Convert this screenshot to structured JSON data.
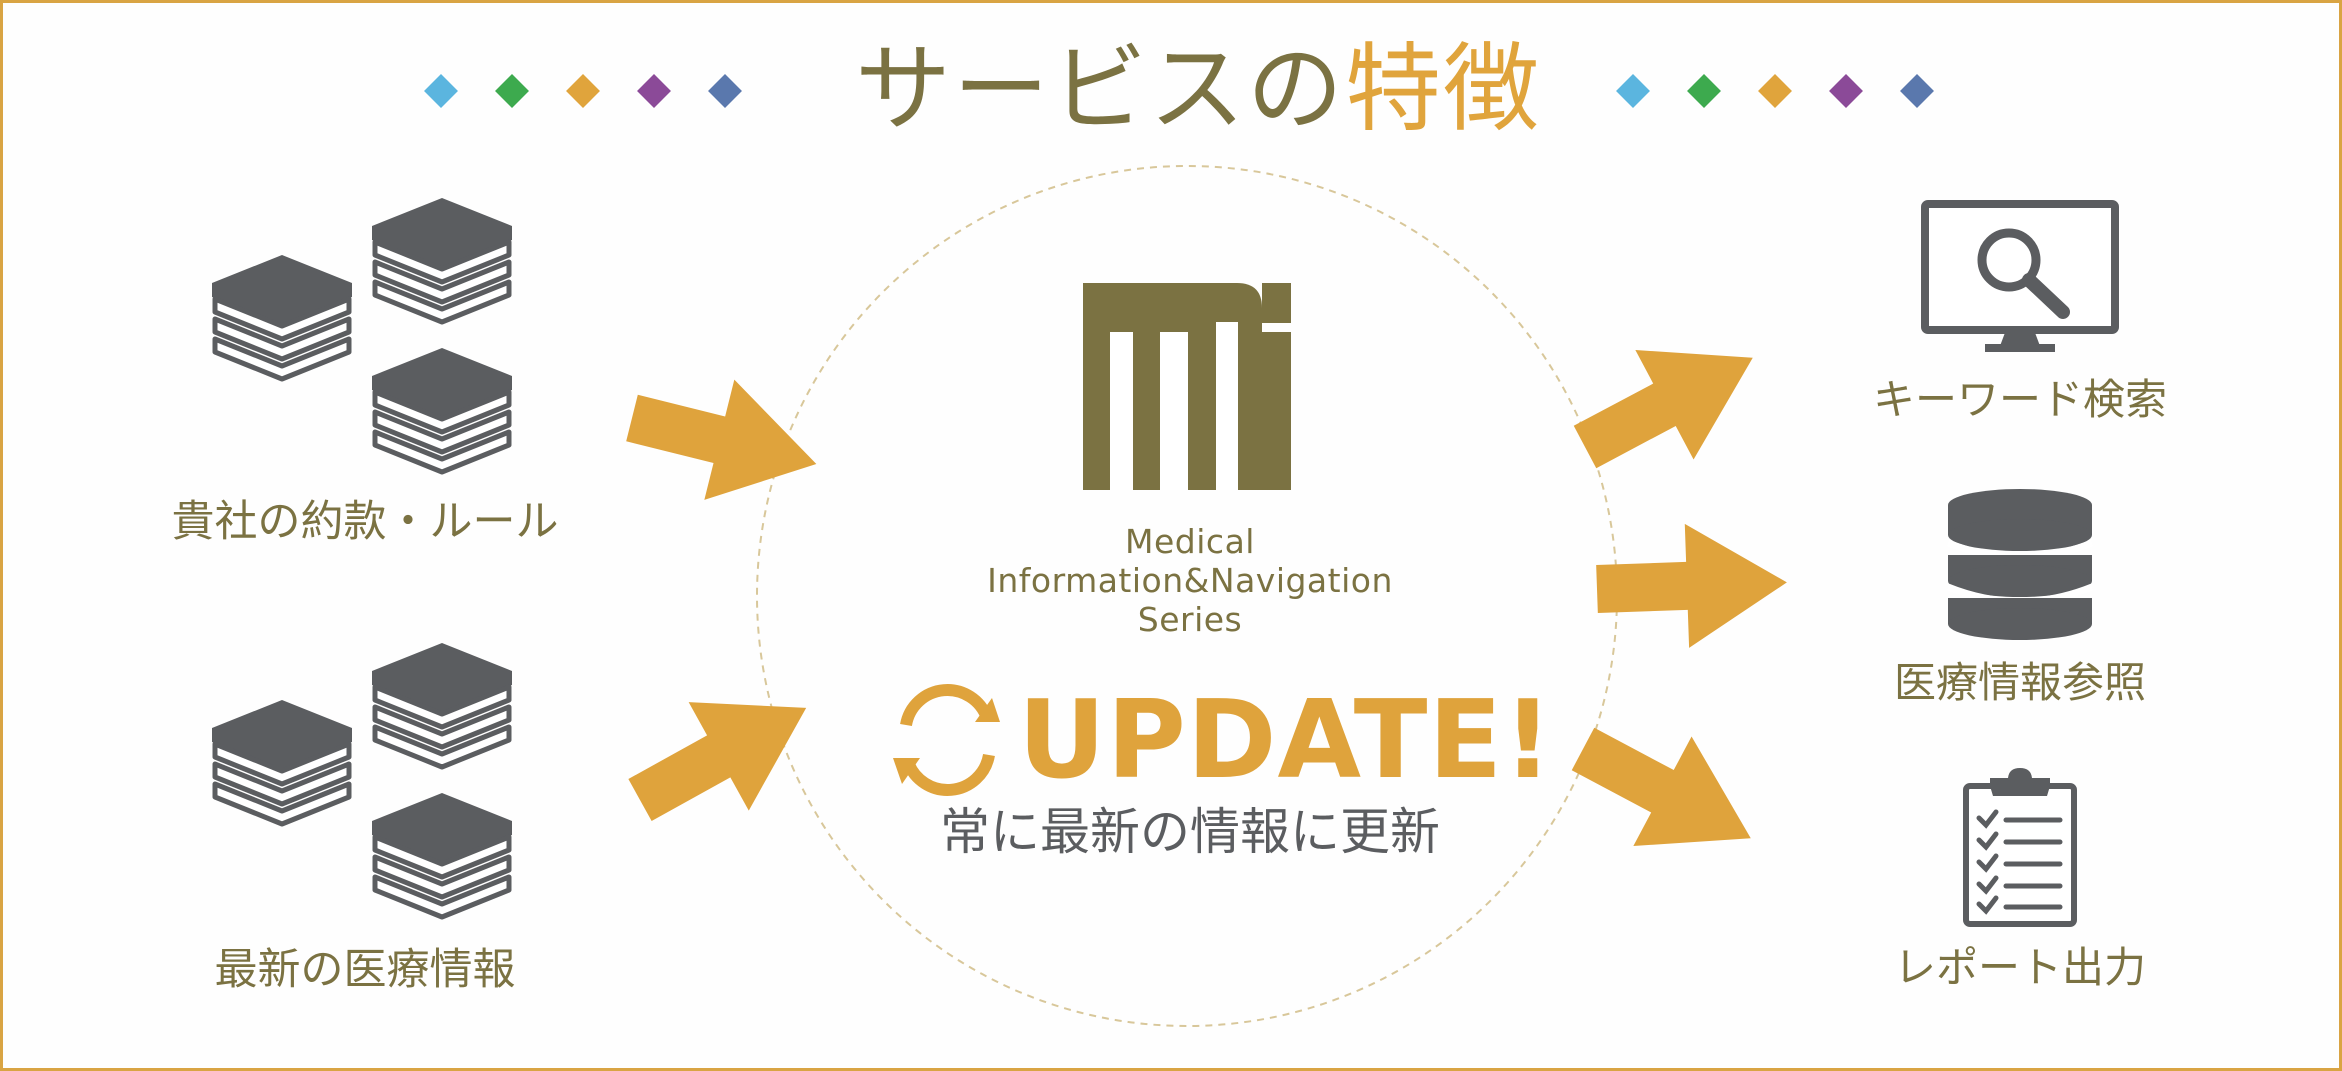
{
  "title": {
    "prefix": "サービスの",
    "accent": "特徴"
  },
  "colors": {
    "accent": "#dfa33c",
    "olive": "#7b7242",
    "gray": "#5b5d60",
    "border": "#d9a443",
    "diamonds": [
      "#5bb5df",
      "#3daa4e",
      "#e0a43c",
      "#8b4a98",
      "#5a78ad"
    ]
  },
  "inputs": [
    {
      "label": "貴社の約款・ルール",
      "icon": "books-icon"
    },
    {
      "label": "最新の医療情報",
      "icon": "books-icon"
    }
  ],
  "center": {
    "logo": "mi-logo",
    "brand_lines": [
      "Medical",
      "Information&Navigation",
      "Series"
    ],
    "update_label": "UPDATE!",
    "update_icon": "refresh-icon",
    "update_caption": "常に最新の情報に更新"
  },
  "outputs": [
    {
      "label": "キーワード検索",
      "icon": "monitor-search-icon"
    },
    {
      "label": "医療情報参照",
      "icon": "database-icon"
    },
    {
      "label": "レポート出力",
      "icon": "clipboard-checklist-icon"
    }
  ]
}
